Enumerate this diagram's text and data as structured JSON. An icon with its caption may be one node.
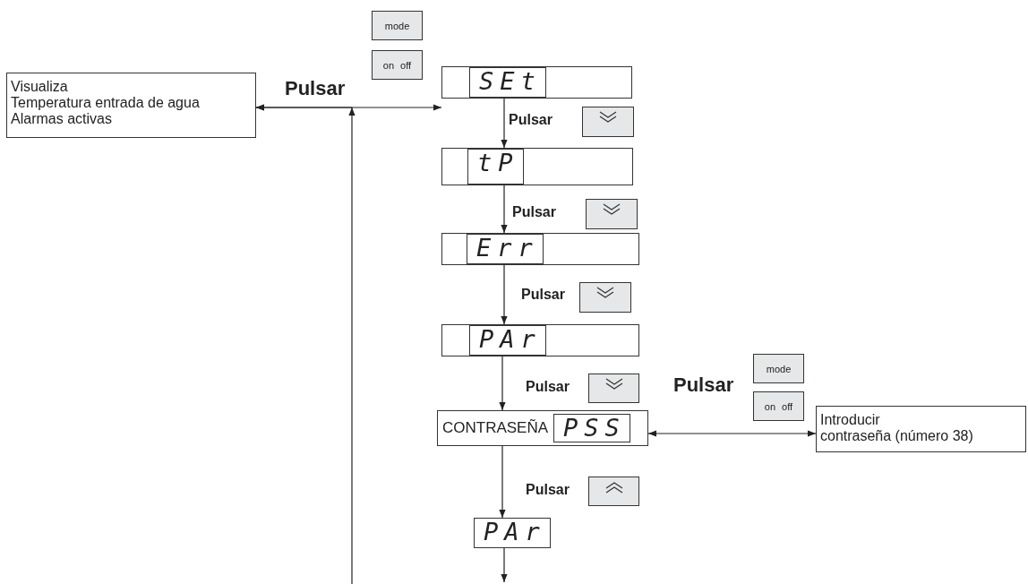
{
  "diagram": {
    "nodes": [
      {
        "text": [
          "Visualiza",
          "Temperatura entrada de agua",
          "Alarmas activas"
        ]
      },
      {
        "text": [
          "SEt"
        ]
      },
      {
        "text": [
          "tP"
        ]
      },
      {
        "text": [
          "Err"
        ]
      },
      {
        "text": [
          "PAr"
        ]
      },
      {
        "text": [
          "CONTRASEÑA",
          "PSS"
        ]
      },
      {
        "text": [
          "PAr"
        ]
      },
      {
        "text": [
          "Introducir",
          "contraseña (número 38)"
        ]
      },
      {
        "text": [
          "mode"
        ]
      },
      {
        "text": [
          "on off"
        ]
      },
      {
        "text": [],
        "shape": "box"
      },
      {
        "text": [],
        "shape": "box"
      },
      {
        "text": [],
        "shape": "box"
      },
      {
        "text": [],
        "shape": "box"
      },
      {
        "text": [
          "mode"
        ]
      },
      {
        "text": [
          "on off"
        ]
      },
      {
        "text": [],
        "shape": "box"
      }
    ],
    "edges": [
      {
        "from": 0,
        "to": 1,
        "arrow": "both",
        "label": "Pulsar"
      },
      {
        "from": null,
        "to": 0,
        "arrow": "to"
      },
      {
        "from": 1,
        "to": 2,
        "arrow": "to",
        "label": "Pulsar"
      },
      {
        "from": 2,
        "to": 3,
        "arrow": "to",
        "label": "Pulsar"
      },
      {
        "from": 3,
        "to": 4,
        "arrow": "to",
        "label": "Pulsar"
      },
      {
        "from": 4,
        "to": 5,
        "arrow": "to",
        "label": "Pulsar"
      },
      {
        "from": 5,
        "to": 7,
        "arrow": "both",
        "label": "Pulsar"
      },
      {
        "from": 5,
        "to": 6,
        "arrow": "to",
        "label": "Pulsar"
      },
      {
        "from": 6,
        "to": null,
        "arrow": "to"
      }
    ]
  }
}
